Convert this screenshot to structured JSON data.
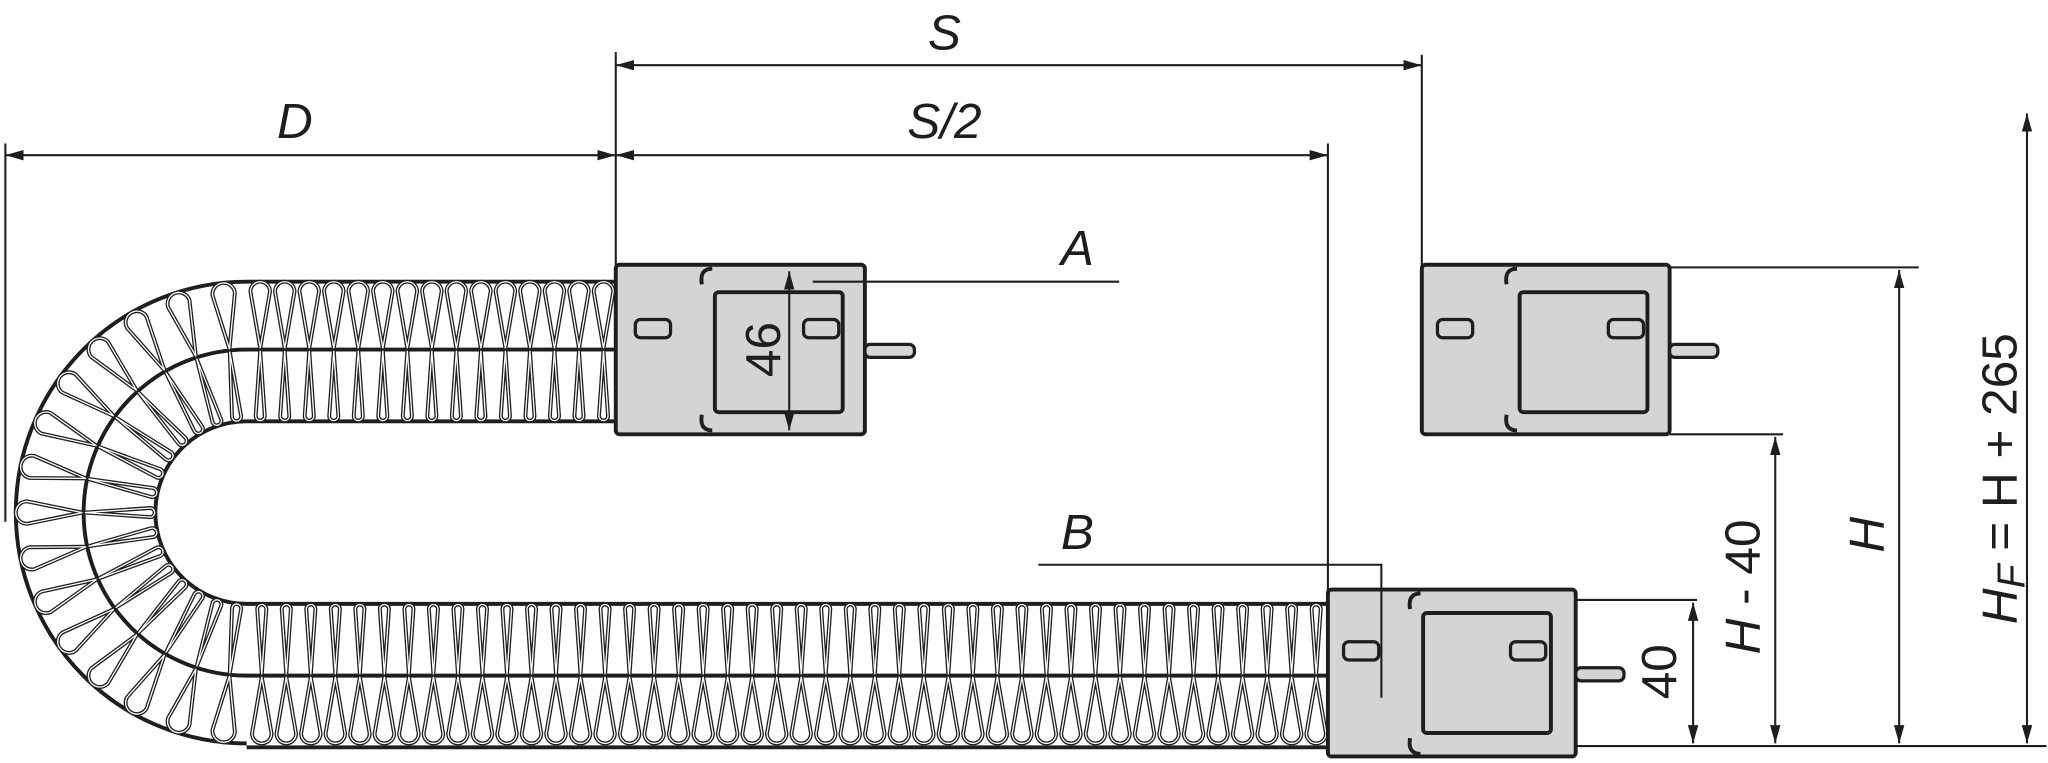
{
  "title": "Energy chain installation dimensions",
  "dimensions": {
    "s": "S",
    "s_half": "S/2",
    "d": "D",
    "a": "A",
    "b": "B",
    "width_46": "46",
    "h40_bottom": "40",
    "h_minus_40": {
      "h": "H",
      "rest": " - 40"
    },
    "h": "H",
    "hf": {
      "h": "H",
      "sub": "F",
      "rest": " = H + 265"
    }
  },
  "chain": {
    "top_links": 16,
    "bend_links": 15,
    "bottom_links": 45
  },
  "colors": {
    "line": "#1e1e1e",
    "bracket_fill": "#d4d4d4"
  }
}
